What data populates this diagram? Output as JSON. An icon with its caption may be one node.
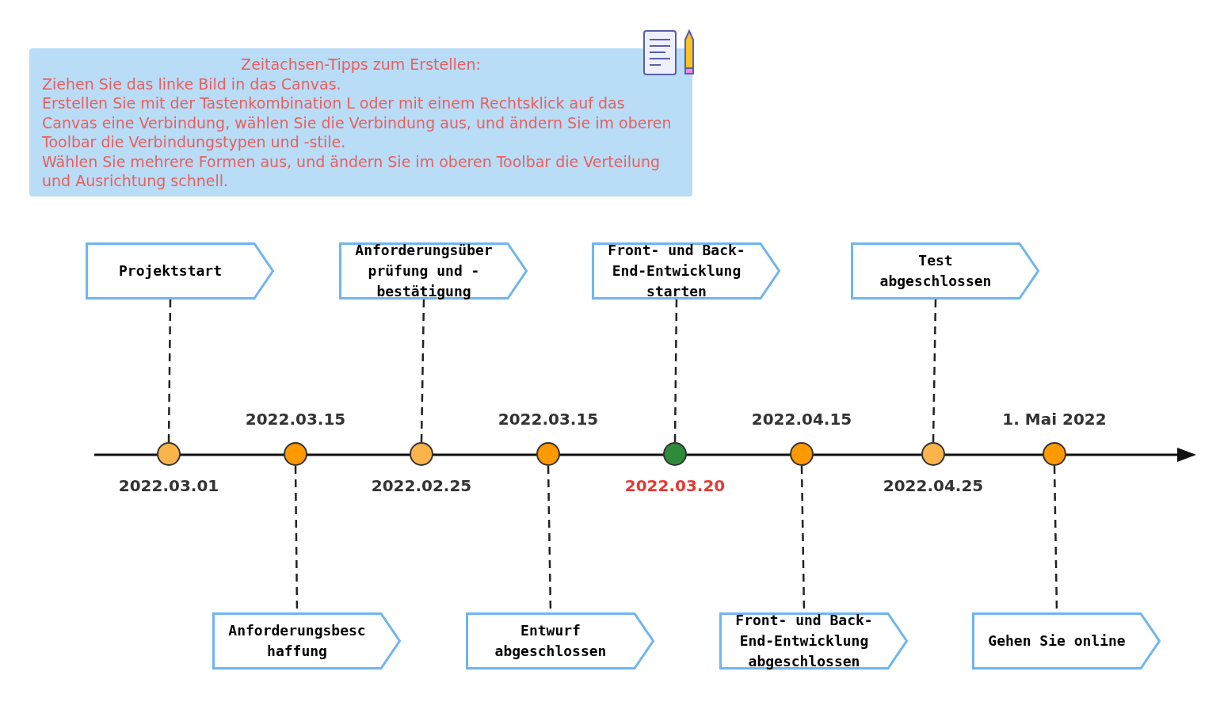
{
  "diagram": {
    "nodes": [
      {
        "text": [
          "Zeitachsen-Tipps zum Erstellen:",
          "Ziehen Sie das linke Bild in das Canvas.",
          "Erstellen Sie mit der Tastenkombination L oder mit einem Rechtsklick auf das Canvas eine Verbindung, wählen Sie die Verbindung aus, und ändern Sie im oberen Toolbar die Verbindungstypen und -stile.",
          "Wählen Sie mehrere Formen aus, und ändern Sie im oberen Toolbar die Verteilung und Ausrichtung schnell."
        ]
      },
      {
        "text": [
          "Projektstart"
        ]
      },
      {
        "text": [
          "Anforderungsüber prüfung und - bestätigung"
        ]
      },
      {
        "text": [
          "Front- und Back- End-Entwicklung starten"
        ]
      },
      {
        "text": [
          "Test abgeschlossen"
        ]
      },
      {
        "text": [],
        "shape": "circle",
        "beside": [
          "2022.03.01"
        ]
      },
      {
        "text": [],
        "shape": "circle",
        "beside": [
          "2022.03.15"
        ]
      },
      {
        "text": [],
        "shape": "circle",
        "beside": [
          "2022.02.25"
        ]
      },
      {
        "text": [],
        "shape": "circle",
        "beside": [
          "2022.03.15"
        ]
      },
      {
        "text": [],
        "shape": "circle",
        "beside": [
          "2022.03.20"
        ]
      },
      {
        "text": [],
        "shape": "circle",
        "beside": [
          "2022.04.15"
        ]
      },
      {
        "text": [],
        "shape": "circle",
        "beside": [
          "2022.04.25"
        ]
      },
      {
        "text": [],
        "shape": "circle",
        "beside": [
          "1. Mai 2022"
        ]
      },
      {
        "text": [
          "Anforderungsbesc haffung"
        ]
      },
      {
        "text": [
          "Entwurf abgeschlossen"
        ]
      },
      {
        "text": [
          "Front- und Back- End-Entwicklung abgeschlossen"
        ]
      },
      {
        "text": [
          "Gehen Sie online"
        ]
      }
    ],
    "edges": [
      {
        "from": 1,
        "to": 5,
        "arrow": "none",
        "style": "dashed"
      },
      {
        "from": 6,
        "to": 13,
        "arrow": "none",
        "style": "dashed"
      },
      {
        "from": 2,
        "to": 7,
        "arrow": "none",
        "style": "dashed"
      },
      {
        "from": 8,
        "to": 14,
        "arrow": "none",
        "style": "dashed"
      },
      {
        "from": 3,
        "to": 9,
        "arrow": "none",
        "style": "dashed"
      },
      {
        "from": 10,
        "to": 15,
        "arrow": "none",
        "style": "dashed"
      },
      {
        "from": 4,
        "to": 11,
        "arrow": "none",
        "style": "dashed"
      },
      {
        "from": 12,
        "to": 16,
        "arrow": "none",
        "style": "dashed"
      }
    ]
  }
}
